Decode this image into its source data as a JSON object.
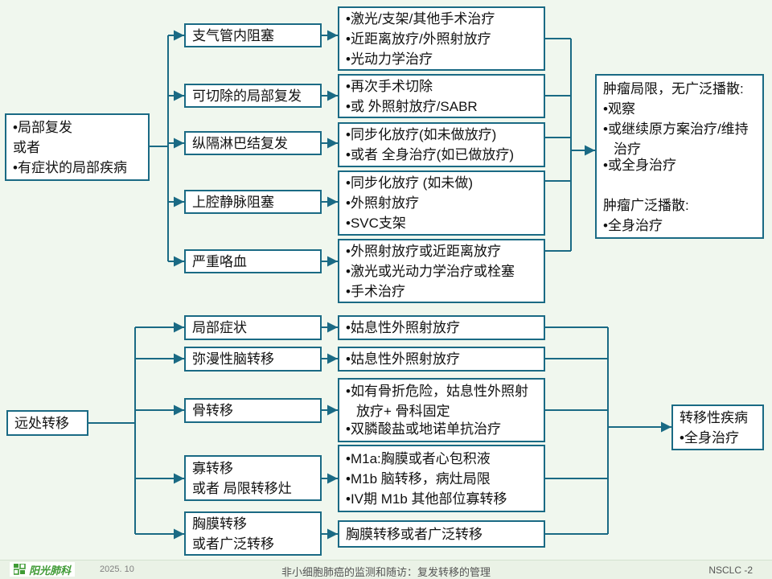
{
  "colors": {
    "background": "#f0f7ee",
    "box_border": "#1a6a84",
    "box_fill": "#ffffff",
    "footer_bg": "#eaf2e6",
    "logo_green": "#3f9b35",
    "text": "#111111",
    "footer_text": "#555555"
  },
  "top_flow": {
    "source": {
      "lines": [
        "•局部复发",
        "或者",
        "•有症状的局部疾病"
      ]
    },
    "branches": [
      {
        "label_lines": [
          "支气管内阻塞"
        ],
        "treatment": [
          "•激光/支架/其他手术治疗",
          "•近距离放疗/外照射放疗",
          "•光动力学治疗"
        ]
      },
      {
        "label_lines": [
          "可切除的局部复发"
        ],
        "treatment": [
          "•再次手术切除",
          "•或 外照射放疗/SABR"
        ]
      },
      {
        "label_lines": [
          "纵隔淋巴结复发"
        ],
        "treatment": [
          "•同步化放疗(如未做放疗)",
          "•或者 全身治疗(如已做放疗)"
        ]
      },
      {
        "label_lines": [
          "上腔静脉阻塞"
        ],
        "treatment": [
          "•同步化放疗 (如未做)",
          "•外照射放疗",
          "•SVC支架"
        ]
      },
      {
        "label_lines": [
          "严重咯血"
        ],
        "treatment": [
          "•外照射放疗或近距离放疗",
          "•激光或光动力学治疗或栓塞",
          "•手术治疗"
        ]
      }
    ],
    "outcome": {
      "lines": [
        "肿瘤局限，无广泛播散:",
        "•观察",
        "•或继续原方案治疗/维持治疗",
        "•或全身治疗",
        "",
        "肿瘤广泛播散:",
        "•全身治疗"
      ]
    }
  },
  "bottom_flow": {
    "source": {
      "lines": [
        "远处转移"
      ]
    },
    "branches": [
      {
        "label_lines": [
          "局部症状"
        ],
        "treatment": [
          "•姑息性外照射放疗"
        ]
      },
      {
        "label_lines": [
          "弥漫性脑转移"
        ],
        "treatment": [
          "•姑息性外照射放疗"
        ]
      },
      {
        "label_lines": [
          "骨转移"
        ],
        "treatment": [
          "•如有骨折危险，姑息性外照射放疗+ 骨科固定",
          "•双膦酸盐或地诺单抗治疗"
        ]
      },
      {
        "label_lines": [
          "寡转移",
          "或者 局限转移灶"
        ],
        "treatment": [
          "•M1a:胸膜或者心包积液",
          "•M1b 脑转移，病灶局限",
          "•IV期 M1b 其他部位寡转移"
        ]
      },
      {
        "label_lines": [
          "胸膜转移",
          "或者广泛转移"
        ],
        "treatment": [
          "胸膜转移或者广泛转移"
        ]
      }
    ],
    "outcome": {
      "lines": [
        "转移性疾病",
        "•全身治疗"
      ]
    }
  },
  "footer": {
    "logo": "阳光肺科",
    "date": "2025. 10",
    "title": "非小细胞肺癌的监测和随访：复发转移的管理",
    "page_label": "NSCLC -2"
  }
}
